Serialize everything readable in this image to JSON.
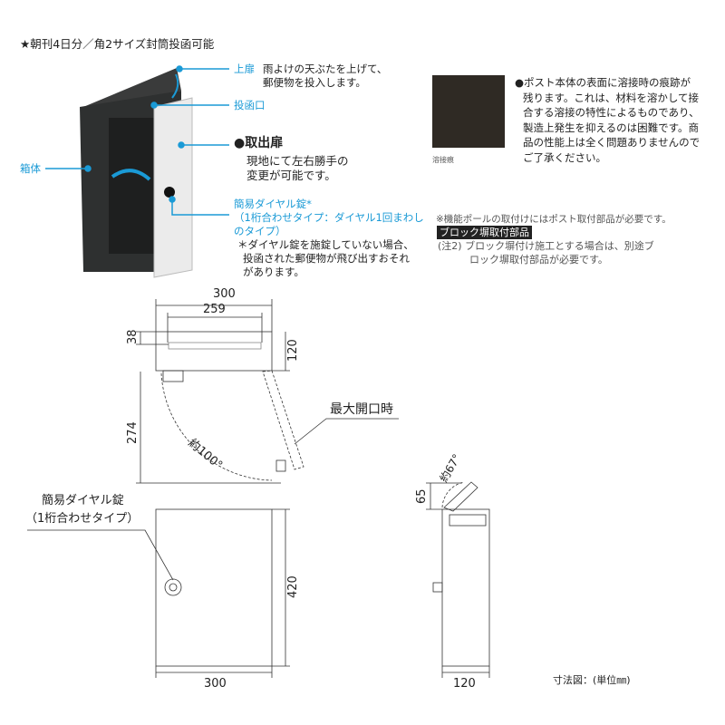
{
  "headline": "★朝刊4日分／角2サイズ封筒投函可能",
  "product_labels": {
    "top_door": {
      "name": "上扉",
      "desc_1": "雨よけの天ぶたを上げて、",
      "desc_2": "郵便物を投入します。"
    },
    "slot": "投函口",
    "body": "箱体",
    "take_out_door": {
      "name": "●取出扉",
      "desc_1": "現地にて左右勝手の",
      "desc_2": "変更が可能です。"
    },
    "dial_lock": {
      "name": "簡易ダイヤル錠*",
      "type_1": "（1桁合わせタイプ：ダイヤル1回まわし",
      "type_2": "のタイプ）",
      "note_1": "＊ダイヤル錠を施錠していない場合、",
      "note_2": "投函された郵便物が飛び出すおそれ",
      "note_3": "があります。"
    }
  },
  "weld_note": {
    "photo_caption": "溶接痕",
    "lines": [
      "●ポスト本体の表面に溶接時の痕跡が",
      "残ります。これは、材料を溶かして接",
      "合する溶接の特性によるものであり、",
      "製造上発生を抑えるのは困難です。商",
      "品の性能上は全く問題ありませんので",
      "ご了承ください。"
    ]
  },
  "mount_note": {
    "pole_note": "※機能ポールの取付けにはポスト取付部品が必要です。",
    "badge": "ブロック塀取付部品",
    "note_1": "(注2) ブロック塀付け施工とする場合は、別途ブ",
    "note_2": "ロック塀取付部品が必要です。"
  },
  "drawing": {
    "top_width": "300",
    "slot_width": "259",
    "slot_offset": "38",
    "top_depth": "120",
    "door_swing_depth": "274",
    "door_angle": "約100°",
    "max_open_label": "最大開口時",
    "lock_label_1": "簡易ダイヤル錠",
    "lock_label_2": "（1桁合わせタイプ）",
    "front_height": "420",
    "front_width": "300",
    "lid_height": "65",
    "lid_angle": "約67°",
    "side_depth": "120",
    "unit_note": "寸法図：(単位㎜)"
  },
  "colors": {
    "accent": "#1a9ad6",
    "box_body": "#2e3030",
    "door": "#ebebeb"
  }
}
